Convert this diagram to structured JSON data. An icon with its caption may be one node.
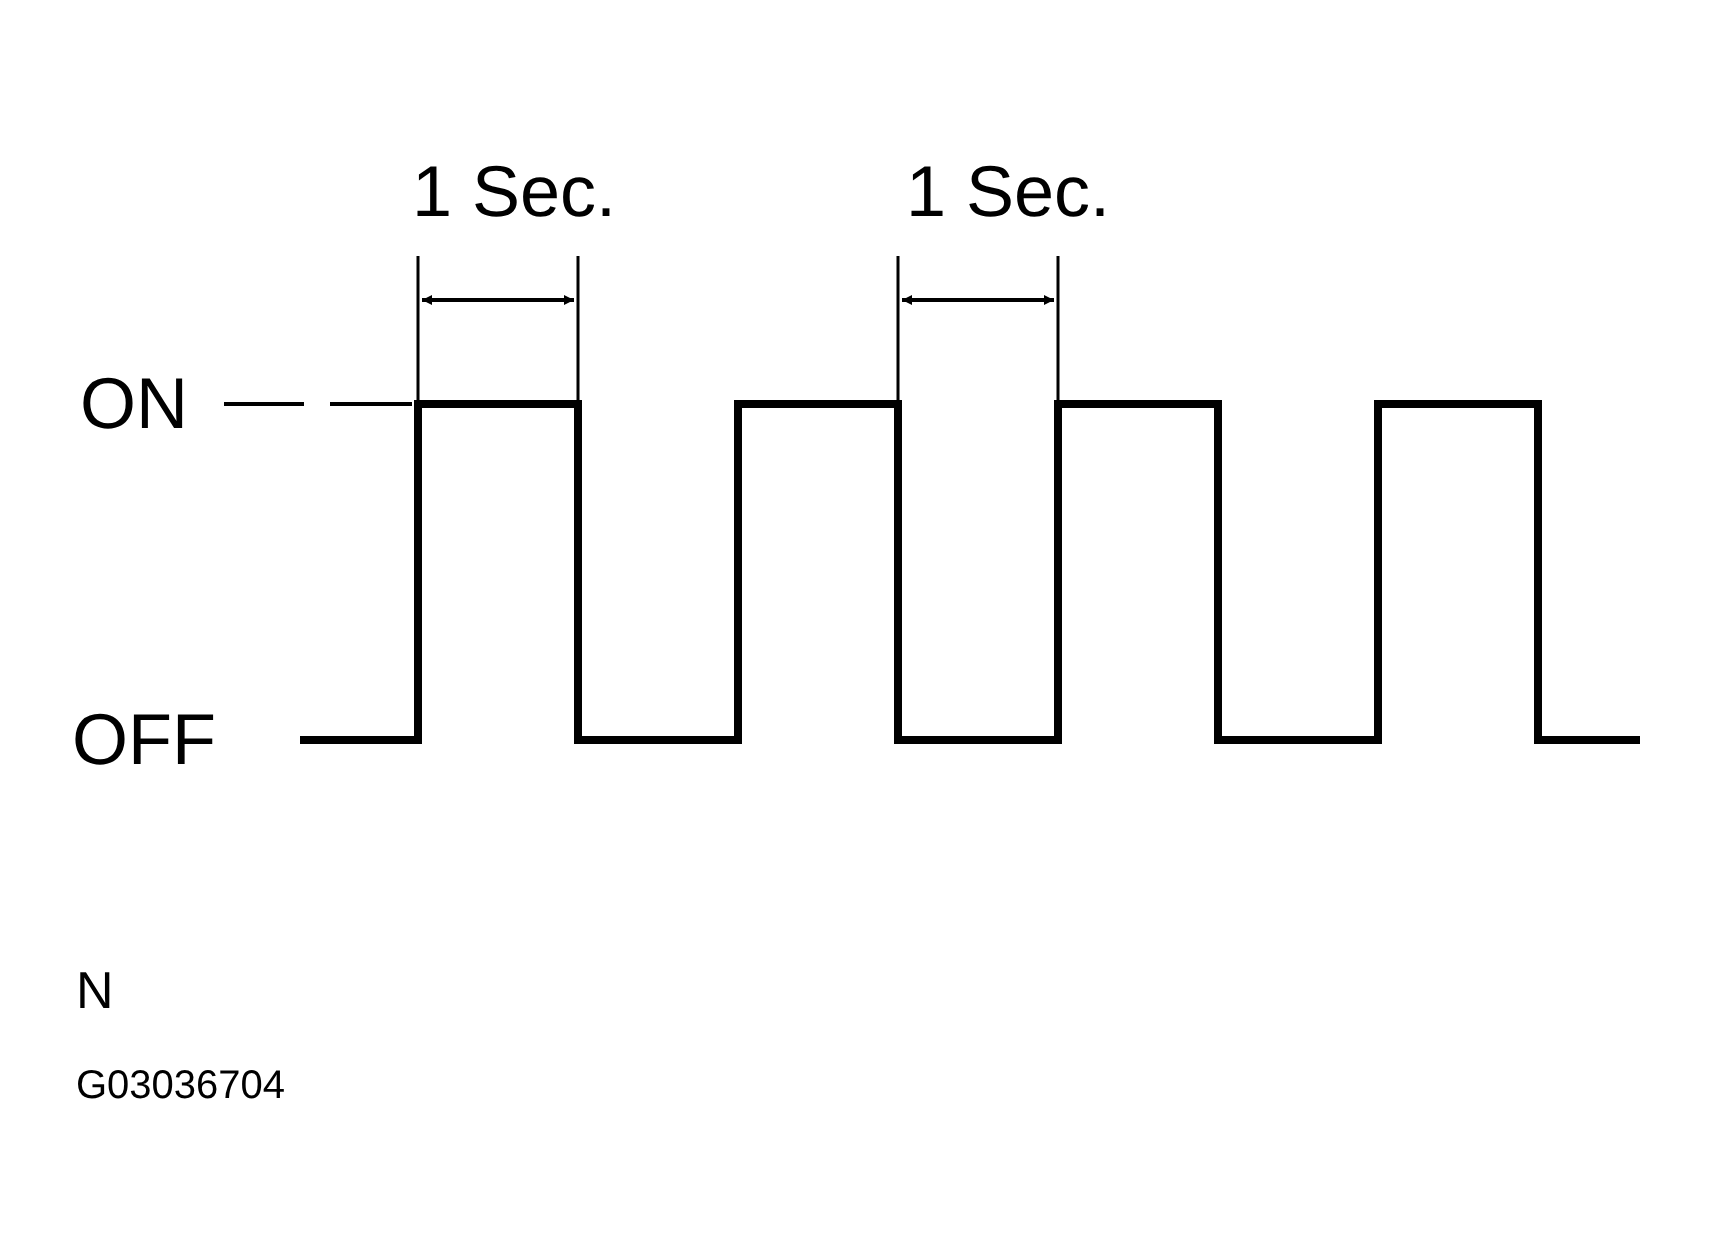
{
  "diagram": {
    "labels": [
      "1 Sec.",
      "1 Sec.",
      "ON",
      "OFF",
      "N",
      "G03036704"
    ]
  }
}
